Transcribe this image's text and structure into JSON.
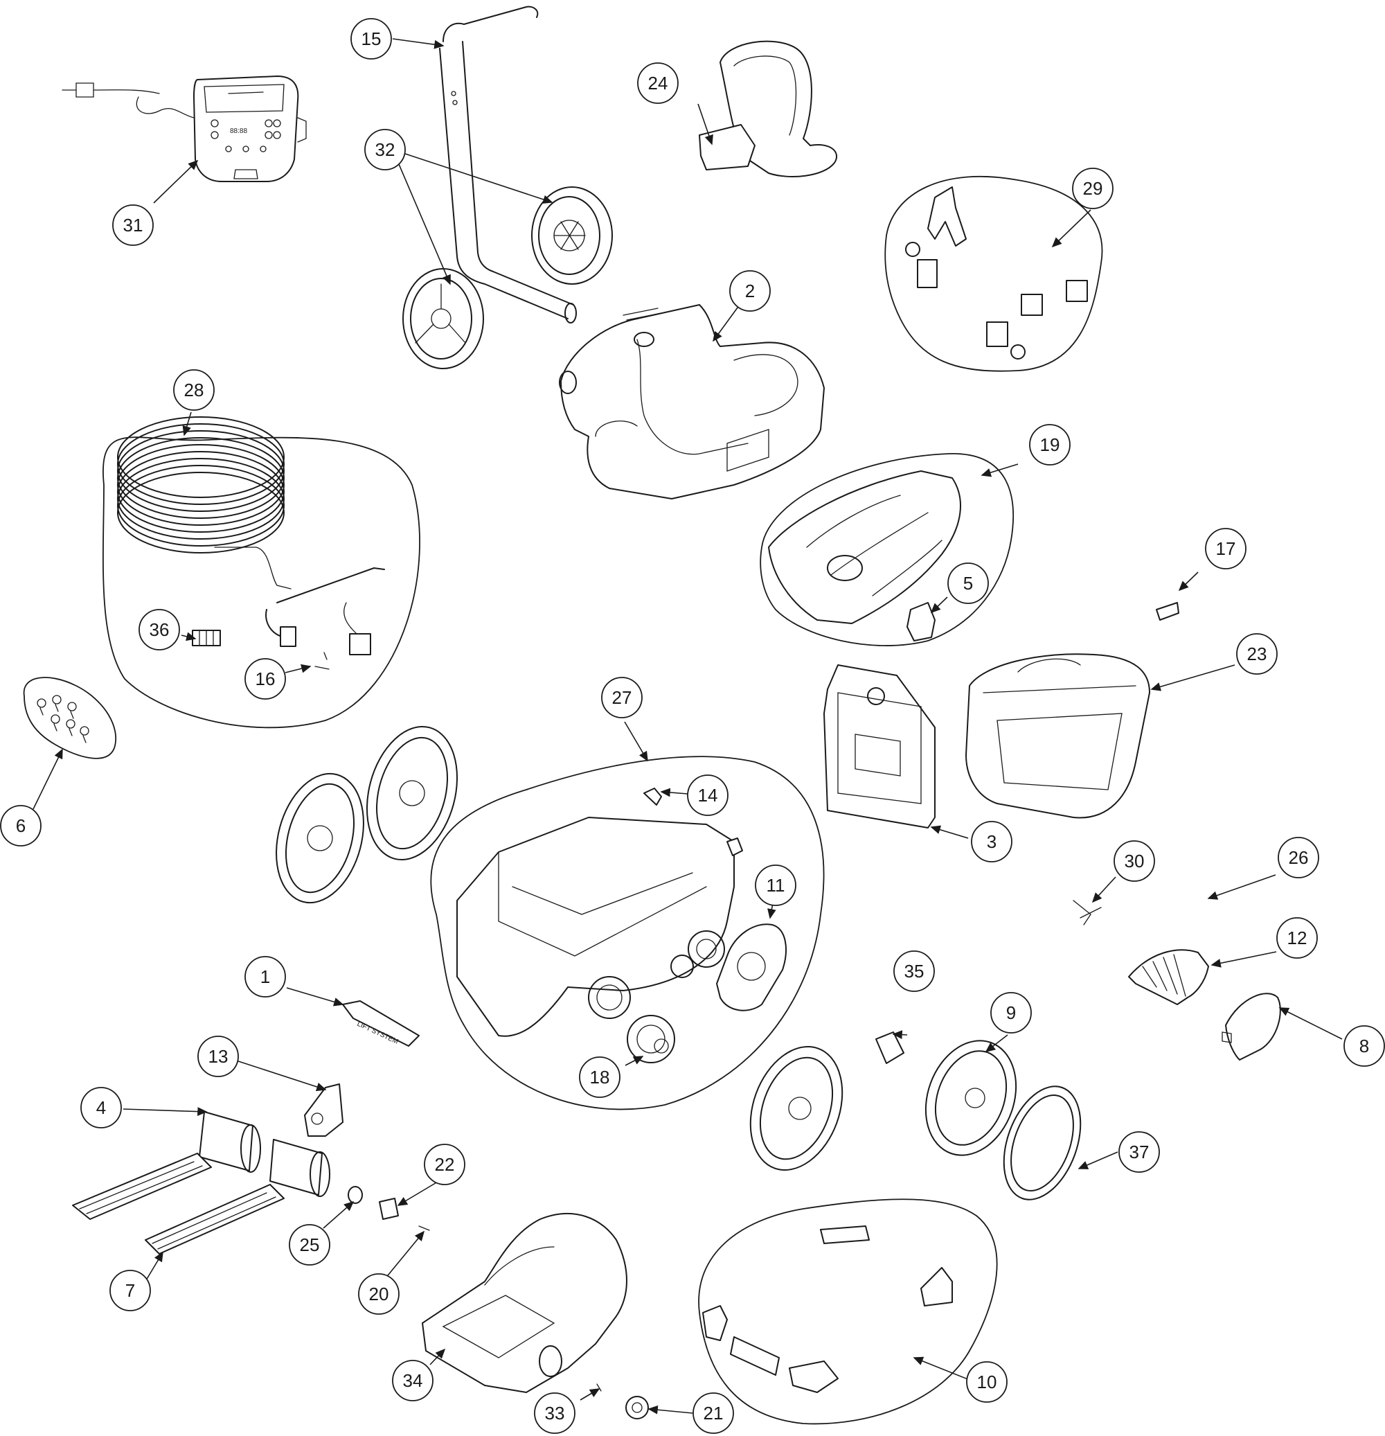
{
  "diagram": {
    "callouts": [
      "1",
      "2",
      "3",
      "4",
      "5",
      "6",
      "7",
      "8",
      "9",
      "10",
      "11",
      "12",
      "13",
      "14",
      "15",
      "16",
      "17",
      "18",
      "19",
      "20",
      "21",
      "22",
      "23",
      "24",
      "25",
      "26",
      "27",
      "28",
      "29",
      "30",
      "31",
      "32",
      "33",
      "34",
      "35",
      "36",
      "37"
    ],
    "embossed": {
      "display": "88:88",
      "lift_label": "LIFT SYSTEM"
    }
  }
}
